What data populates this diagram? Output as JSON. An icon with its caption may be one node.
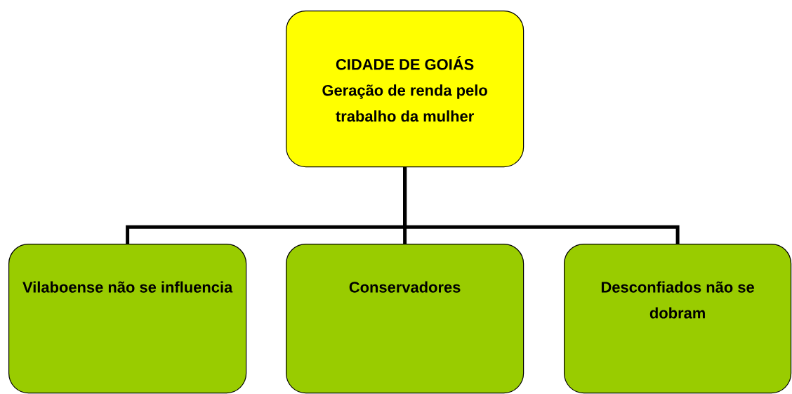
{
  "diagram": {
    "nodes": [
      {
        "text": [
          "CIDADE DE GOIÁS",
          "Geração de renda pelo trabalho da mulher"
        ]
      },
      {
        "text": [
          "Vilaboense não se influencia"
        ]
      },
      {
        "text": [
          "Conservadores"
        ]
      },
      {
        "text": [
          "Desconfiados não se dobram"
        ]
      }
    ],
    "edges": [
      {
        "from": 0,
        "to": 1,
        "arrow": "none"
      },
      {
        "from": 0,
        "to": 2,
        "arrow": "none"
      },
      {
        "from": 0,
        "to": 3,
        "arrow": "none"
      }
    ]
  }
}
